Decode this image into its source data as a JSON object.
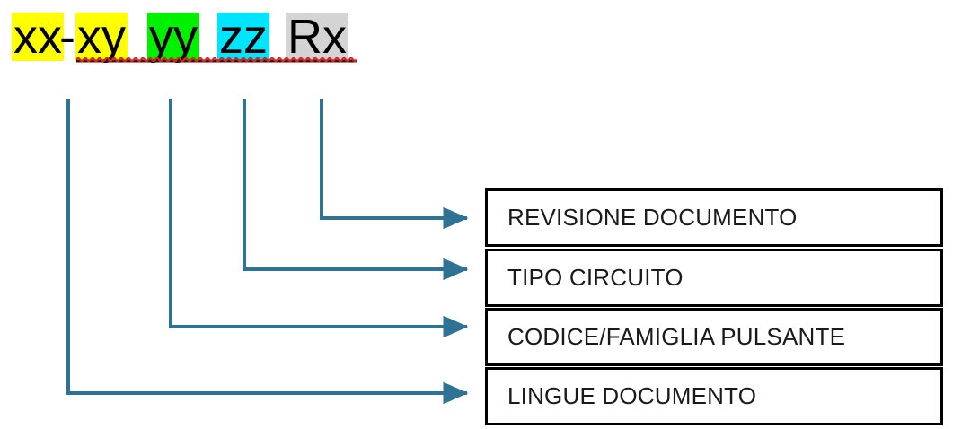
{
  "diagram": {
    "title_code": "xx-xy yy zz Rx",
    "code_tokens": [
      {
        "text": "xx",
        "highlight": "#FFFF00",
        "name": "code-token-xx"
      },
      {
        "text": "-",
        "highlight": "none",
        "name": "code-token-dash"
      },
      {
        "text": "xy",
        "highlight": "#FFFF00",
        "name": "code-token-xy"
      },
      {
        "text": "yy",
        "highlight": "#00F000",
        "name": "code-token-yy"
      },
      {
        "text": "zz",
        "highlight": "#00E5FF",
        "name": "code-token-zz"
      },
      {
        "text": "Rx",
        "highlight": "#D4D4D4",
        "name": "code-token-rx"
      }
    ],
    "spellcheck_underline_color": "#E81C1C",
    "connector_color": "#2E7396",
    "box_border_color": "#000000",
    "labels": [
      {
        "text": "REVISIONE DOCUMENTO",
        "source_token": "Rx"
      },
      {
        "text": "TIPO CIRCUITO",
        "source_token": "zz"
      },
      {
        "text": "CODICE/FAMIGLIA PULSANTE",
        "source_token": "yy"
      },
      {
        "text": "LINGUE DOCUMENTO",
        "source_token": "xx"
      }
    ]
  }
}
